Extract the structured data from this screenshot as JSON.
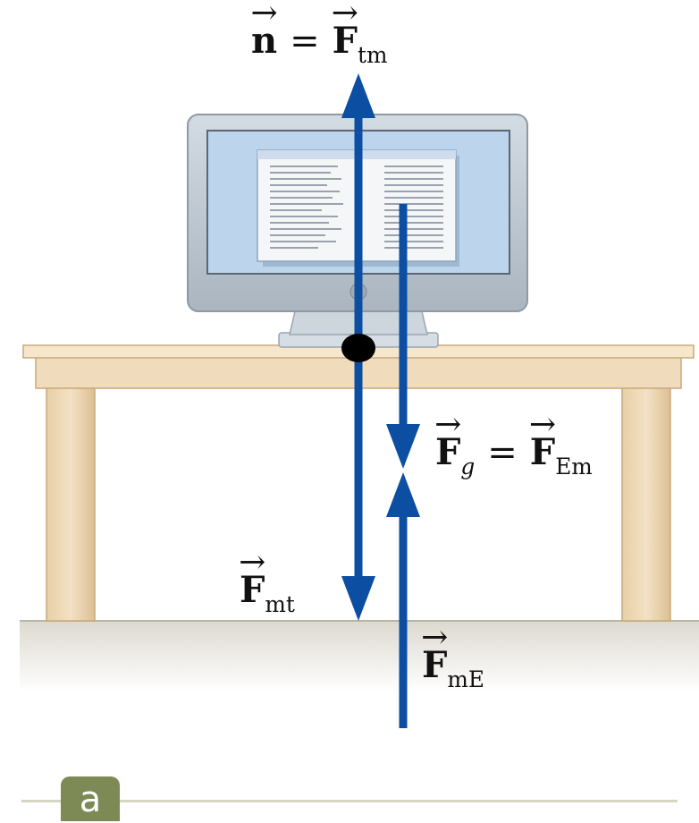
{
  "diagram": {
    "labels": {
      "normal": {
        "lhs": "n",
        "eq": "=",
        "rhs": "F",
        "rhs_sub": "tm"
      },
      "gravity": {
        "lhs": "F",
        "lhs_sub": "g",
        "eq": "=",
        "rhs": "F",
        "rhs_sub": "Em"
      },
      "monitor_on_table": {
        "symbol": "F",
        "sub": "mt"
      },
      "monitor_on_earth": {
        "symbol": "F",
        "sub": "mE"
      }
    },
    "panel_label": "a",
    "colors": {
      "arrow": "#0b4ea2",
      "table_wood": "#efd8b4",
      "table_edge": "#c9a87a",
      "floor": "#e6e3d9",
      "monitor_body": "#c4cdd6",
      "screen": "#bfd6ee",
      "panel_tag": "#7d8a55"
    }
  }
}
